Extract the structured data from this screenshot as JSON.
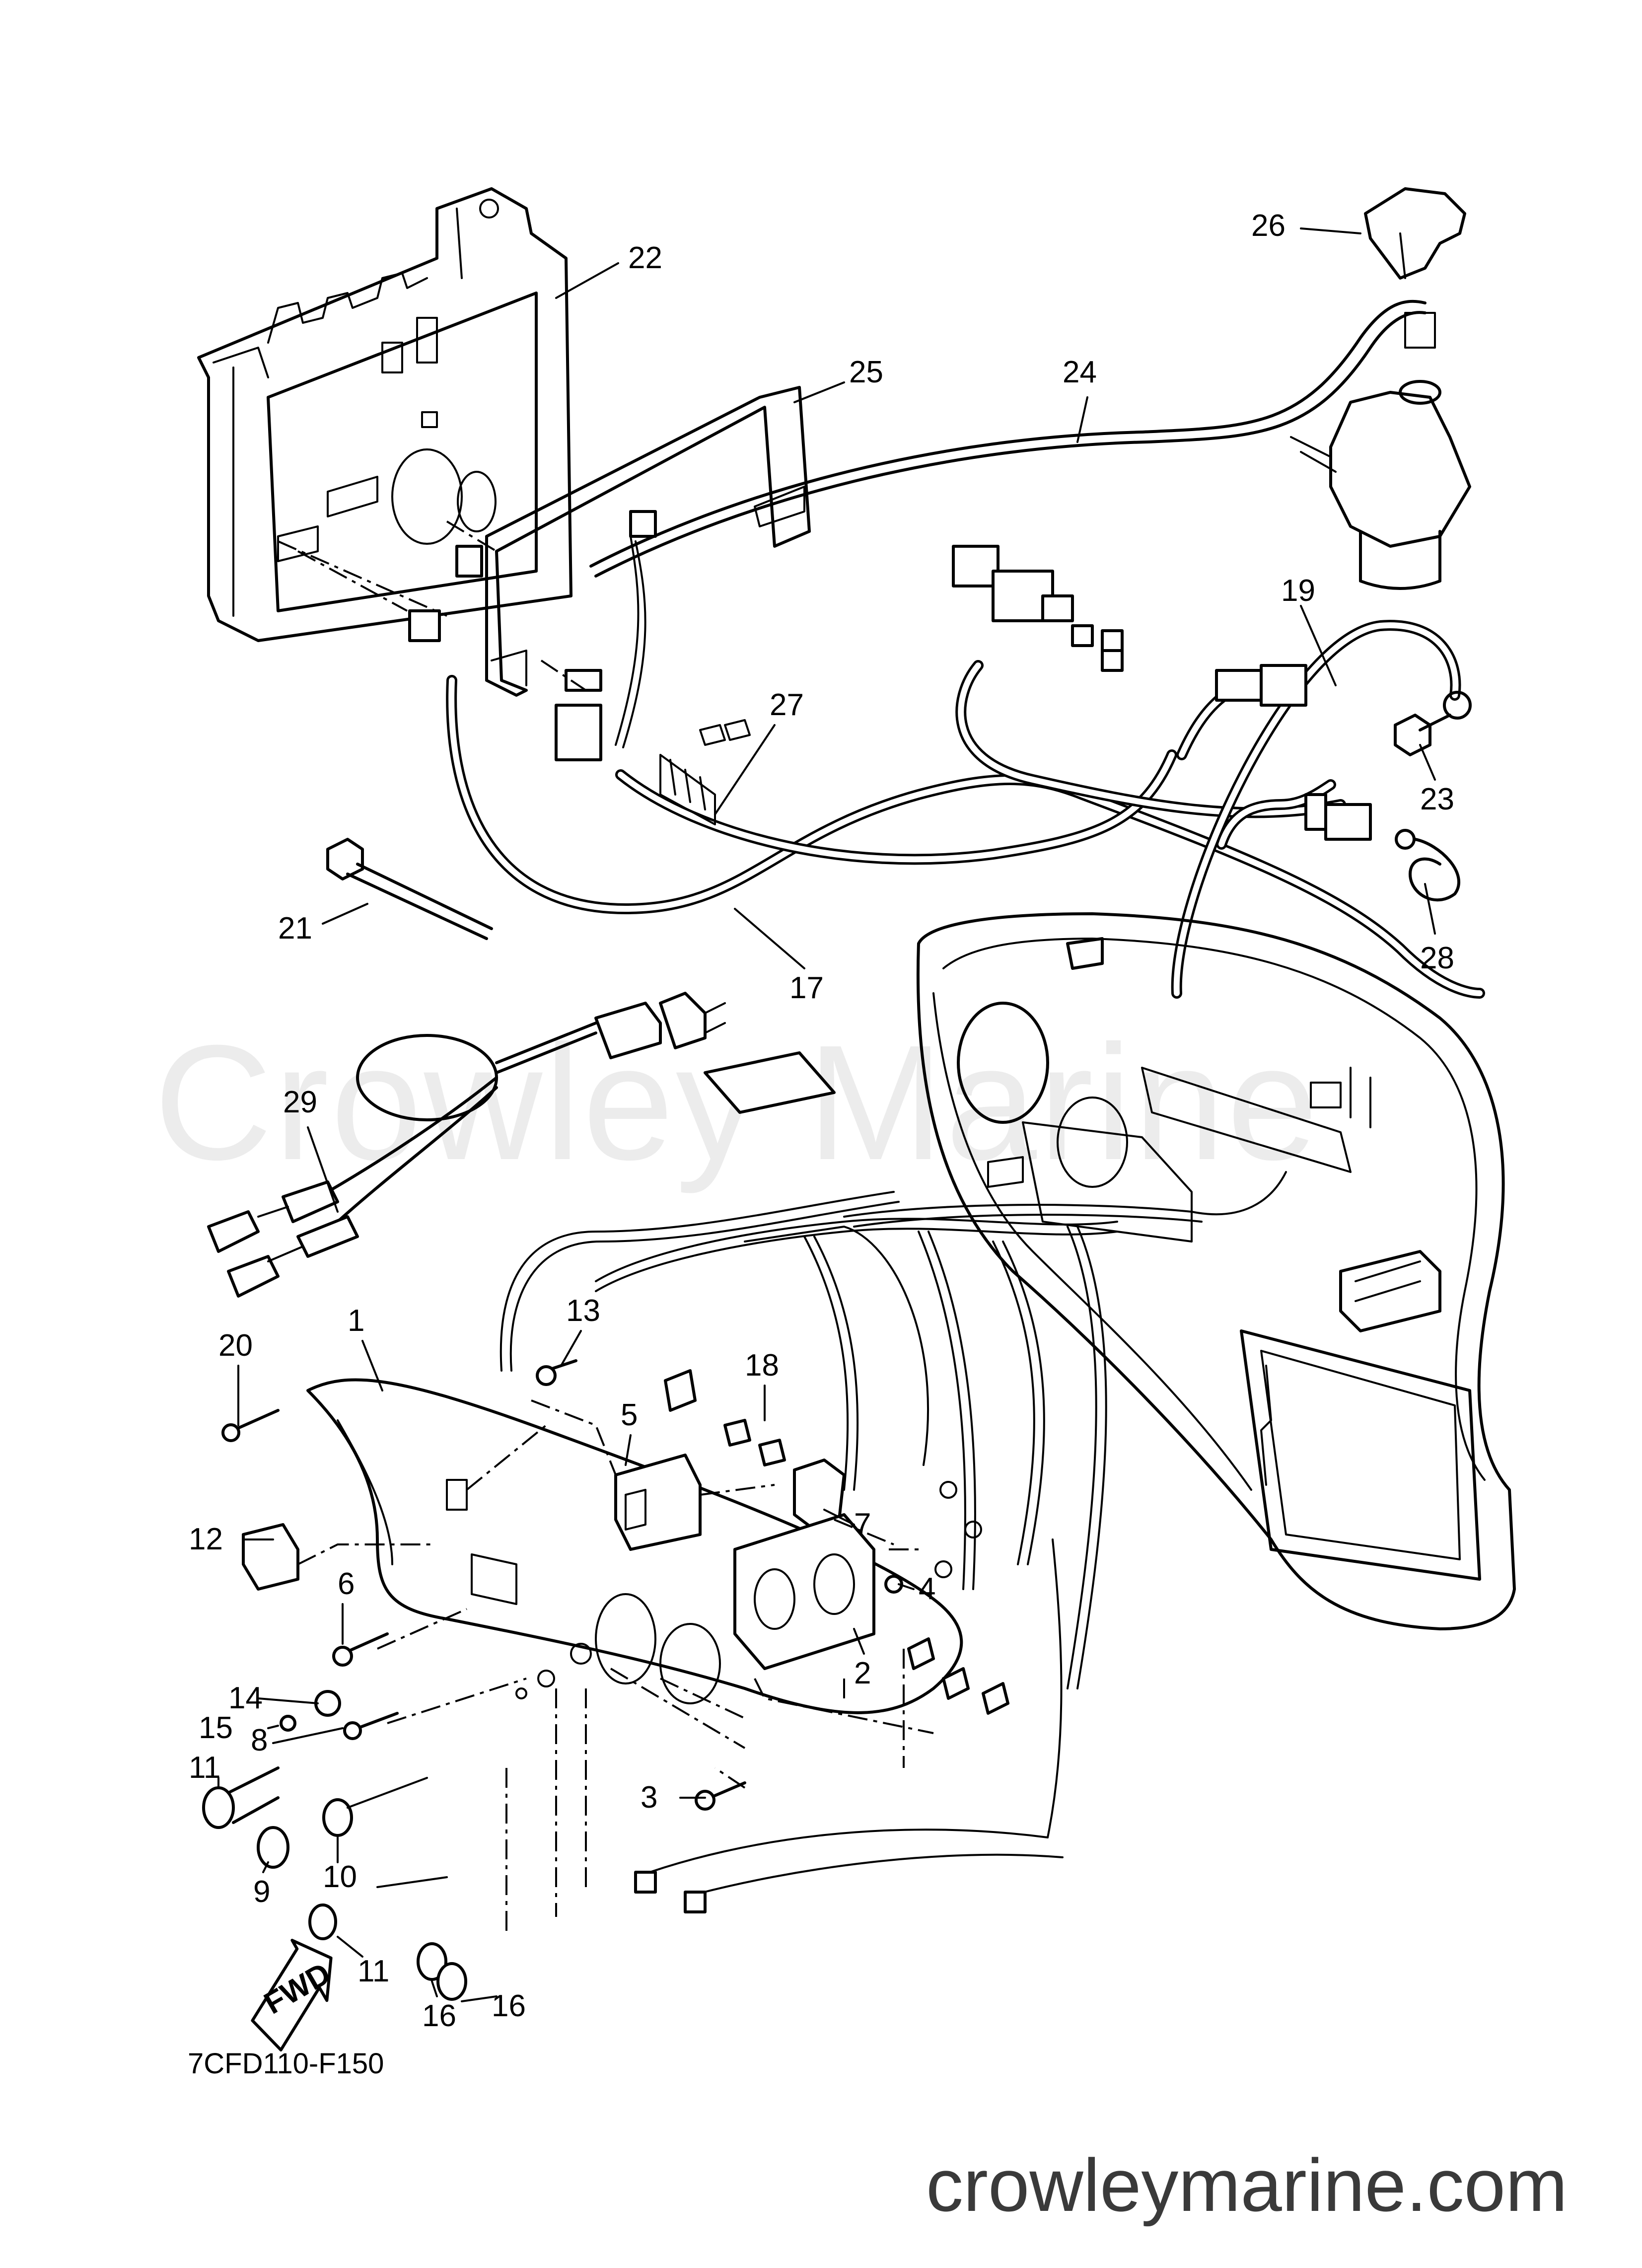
{
  "watermark": "Crowley Marine",
  "drawing_code": "7CFD110-F150",
  "site_url": "crowleymarine.com",
  "fwd_label": "FWD",
  "callouts": [
    {
      "id": "1",
      "label": "1"
    },
    {
      "id": "2",
      "label": "2"
    },
    {
      "id": "3",
      "label": "3"
    },
    {
      "id": "4",
      "label": "4"
    },
    {
      "id": "5",
      "label": "5"
    },
    {
      "id": "6",
      "label": "6"
    },
    {
      "id": "7",
      "label": "7"
    },
    {
      "id": "8",
      "label": "8"
    },
    {
      "id": "9",
      "label": "9"
    },
    {
      "id": "10",
      "label": "10"
    },
    {
      "id": "11a",
      "label": "11"
    },
    {
      "id": "11b",
      "label": "11"
    },
    {
      "id": "12",
      "label": "12"
    },
    {
      "id": "13",
      "label": "13"
    },
    {
      "id": "14",
      "label": "14"
    },
    {
      "id": "15",
      "label": "15"
    },
    {
      "id": "16a",
      "label": "16"
    },
    {
      "id": "16b",
      "label": "16"
    },
    {
      "id": "17",
      "label": "17"
    },
    {
      "id": "18",
      "label": "18"
    },
    {
      "id": "19",
      "label": "19"
    },
    {
      "id": "20",
      "label": "20"
    },
    {
      "id": "21",
      "label": "21"
    },
    {
      "id": "22",
      "label": "22"
    },
    {
      "id": "23",
      "label": "23"
    },
    {
      "id": "24",
      "label": "24"
    },
    {
      "id": "25",
      "label": "25"
    },
    {
      "id": "26",
      "label": "26"
    },
    {
      "id": "27",
      "label": "27"
    },
    {
      "id": "28",
      "label": "28"
    },
    {
      "id": "29",
      "label": "29"
    }
  ]
}
